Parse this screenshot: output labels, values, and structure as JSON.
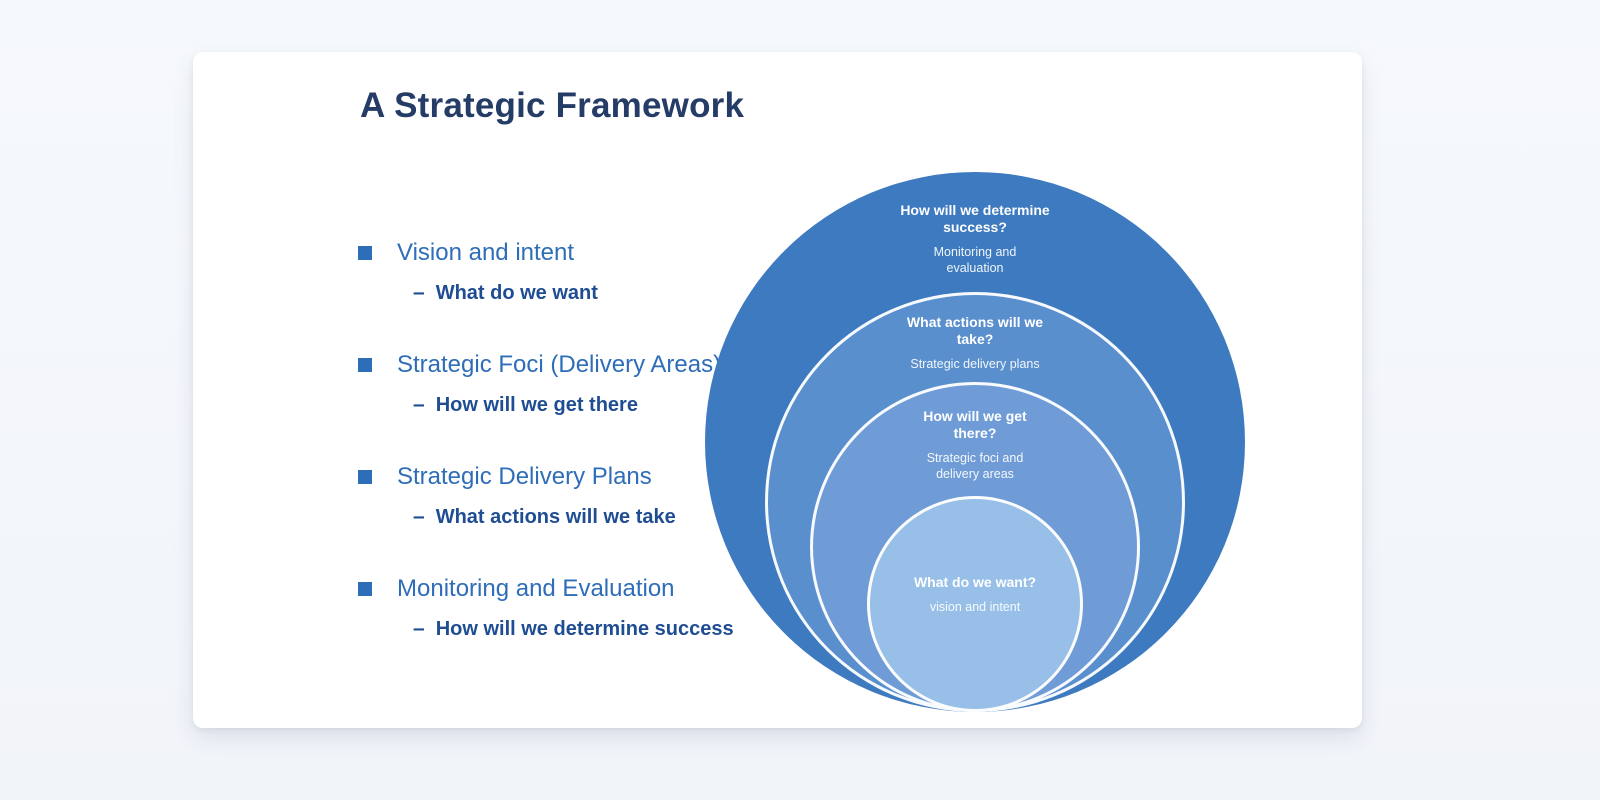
{
  "slide": {
    "title": "A Strategic Framework",
    "bullets": [
      {
        "label": "Vision and intent",
        "dash": "–",
        "sub": "What do we want"
      },
      {
        "label": "Strategic Foci (Delivery Areas)",
        "dash": "–",
        "sub": "How will we get there"
      },
      {
        "label": "Strategic Delivery Plans",
        "dash": "–",
        "sub": "What actions will we take"
      },
      {
        "label": "Monitoring and Evaluation",
        "dash": "–",
        "sub": "How will we determine success"
      }
    ]
  },
  "diagram": {
    "rings": [
      {
        "question": "How will we determine success?",
        "answer": "Monitoring and evaluation",
        "color": "#3e7abf"
      },
      {
        "question": "What actions will we take?",
        "answer": "Strategic delivery plans",
        "color": "#5a8fce"
      },
      {
        "question": "How will we get there?",
        "answer": "Strategic foci and delivery areas",
        "color": "#6f9cd6"
      },
      {
        "question": "What do we want?",
        "answer": "vision and intent",
        "color": "#98bfe8"
      }
    ]
  },
  "colors": {
    "background": "#f3f6fa",
    "card": "#ffffff",
    "title_text": "#253c66",
    "bullet_main_text": "#2e6db8",
    "bullet_sub_text": "#1f4d93",
    "ring_text": "#ffffff"
  }
}
